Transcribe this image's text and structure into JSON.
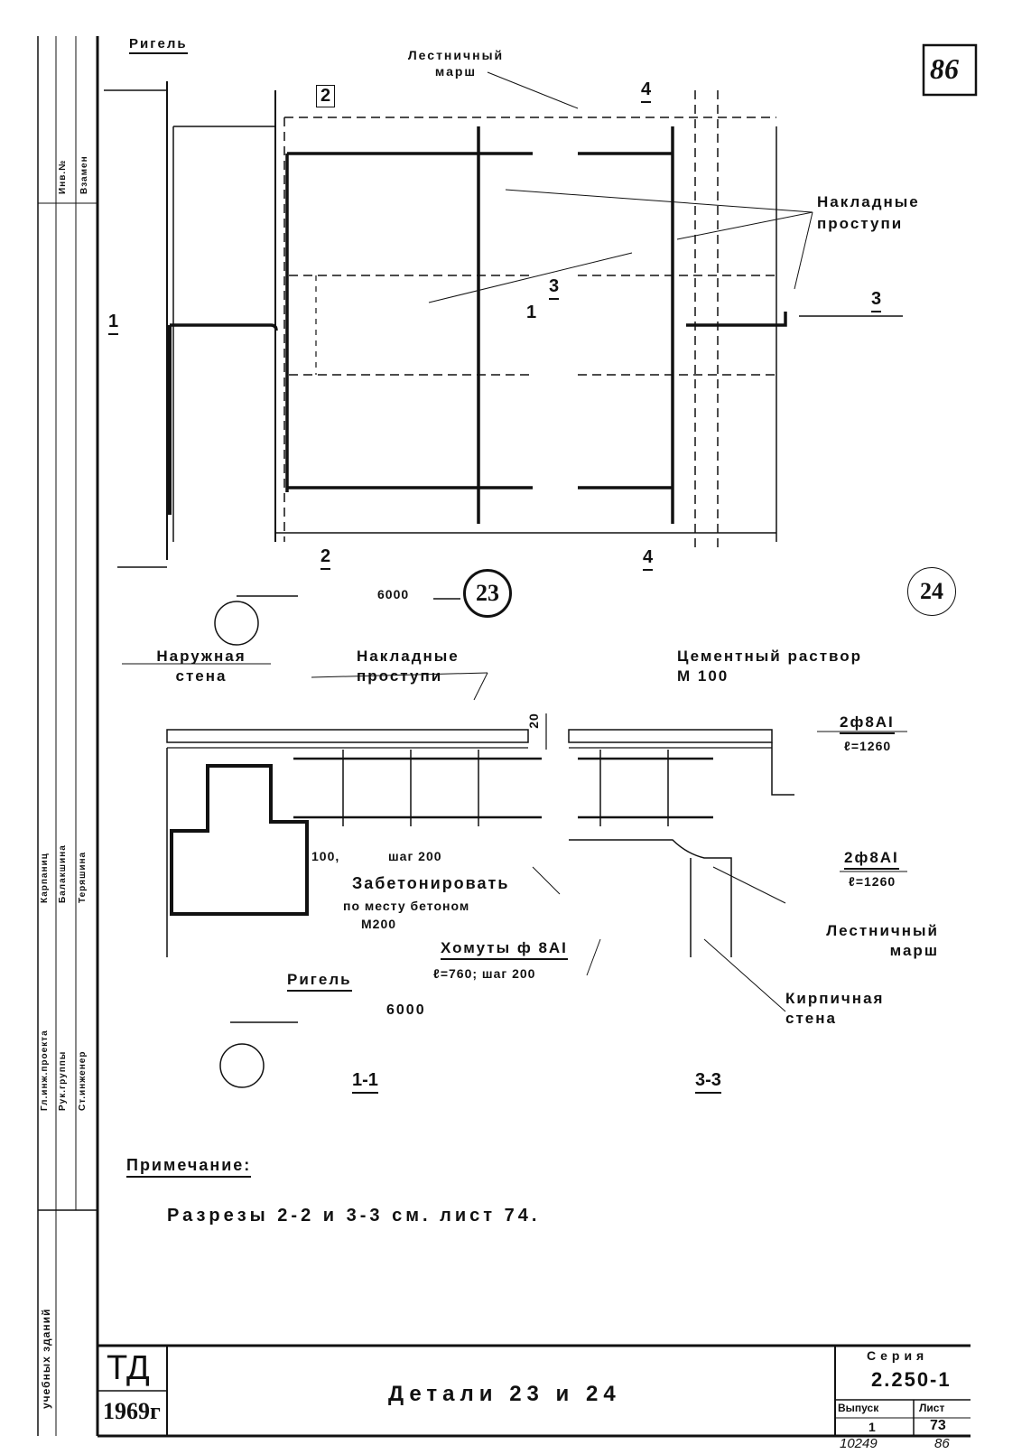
{
  "sheet_number": "86",
  "plan": {
    "rigel_label": "Ригель",
    "stair_flight_label": "Лестничный марш",
    "overlay_steps_label": "Накладные проступи",
    "dimension": "6000",
    "cut_marks": [
      "1",
      "2",
      "2",
      "3",
      "3",
      "4",
      "4",
      "1"
    ],
    "detail_23": "23",
    "detail_24": "24"
  },
  "section": {
    "outer_wall": "Наружная стена",
    "overlay_steps": "Накладные проступи",
    "cement_mortar": "Цементный раствор М 100",
    "dim_20": "20",
    "rebar_top": "2ф8АI",
    "rebar_top_len": "ℓ=1260",
    "rebar_bottom": "2ф8АI",
    "rebar_bottom_len": "ℓ=1260",
    "pitch_100": "100,",
    "pitch_200": "шаг 200",
    "concrete_1": "Забетонировать",
    "concrete_2": "по месту бетоном",
    "concrete_3": "М200",
    "stirrups_1": "Хомуты ф 8АI",
    "stirrups_2": "ℓ=760; шаг 200",
    "rigel": "Ригель",
    "rigel_dim": "6000",
    "stair_flight": "Лестничный марш",
    "brick_wall": "Кирпичная стена",
    "section_1": "1-1",
    "section_3": "3-3"
  },
  "note": {
    "title": "Примечание:",
    "text": "Разрезы 2-2 и 3-3 см. лист 74."
  },
  "stamp": {
    "org": "ТД",
    "year": "1969г",
    "title": "Детали 23 и 24",
    "series_label": "Серия",
    "series": "2.250-1",
    "issue_label": "Выпуск",
    "issue": "1",
    "sheet_label": "Лист",
    "sheet": "73",
    "archive_no": "10249",
    "archive_sheet": "86"
  },
  "left_strip": {
    "inv": "Инв.№",
    "replace": "Взамен",
    "roles": [
      "Гл.инж.проекта",
      "Рук.группы",
      "Ст.инженер"
    ],
    "names": [
      "Карпаниц",
      "Балакшина",
      "Теряшина"
    ],
    "building": "учебных зданий"
  }
}
